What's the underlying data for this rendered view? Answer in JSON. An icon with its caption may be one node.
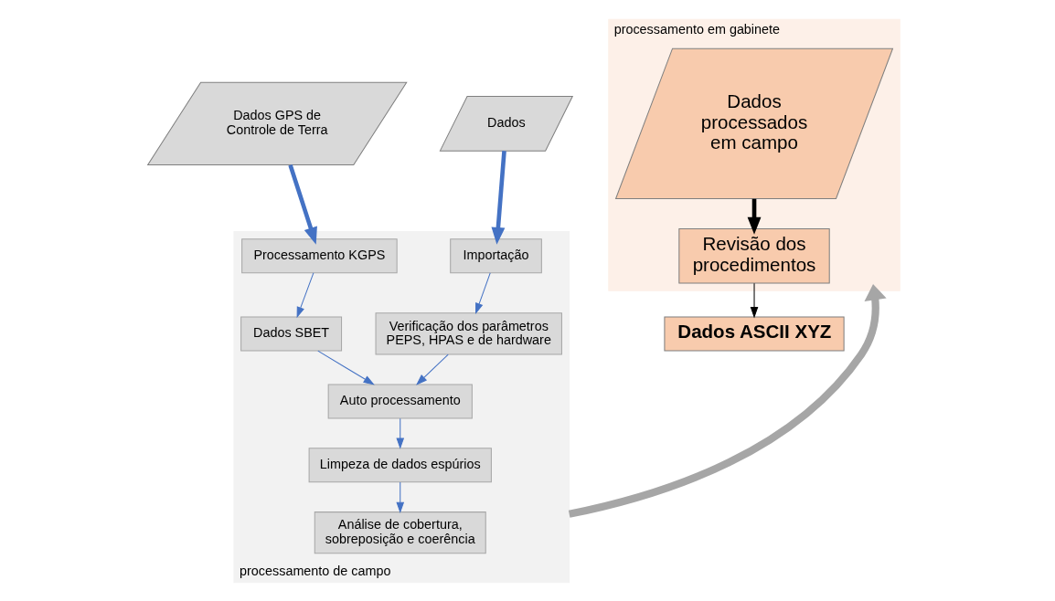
{
  "diagram": {
    "nodes": [
      {
        "text": [
          "Dados GPS de Controle de Terra"
        ]
      },
      {
        "text": [
          "Dados"
        ]
      },
      {
        "text": [
          "processamento de campo"
        ]
      },
      {
        "text": [
          "Processamento KGPS"
        ],
        "in": 2
      },
      {
        "text": [
          "Importação"
        ],
        "in": 2
      },
      {
        "text": [
          "Verificação dos parâmetros PEPS, HPAS e de hardware"
        ],
        "in": 2
      },
      {
        "text": [
          "Dados SBET"
        ],
        "in": 2
      },
      {
        "text": [
          "Auto processamento"
        ],
        "in": 2
      },
      {
        "text": [
          "Limpeza de dados espúrios"
        ],
        "in": 2
      },
      {
        "text": [
          "Análise de cobertura, sobreposição e coerência"
        ],
        "in": 2
      },
      {
        "text": [
          "processamento em gabinete"
        ]
      },
      {
        "text": [
          "Dados processados em campo"
        ],
        "in": 10
      },
      {
        "text": [
          "Revisão dos procedimentos"
        ],
        "in": 10
      },
      {
        "text": [
          "Dados ASCII XYZ"
        ]
      }
    ],
    "edges": [
      {
        "from": 0,
        "to": 3,
        "arrow": "to",
        "style": "thick"
      },
      {
        "from": 1,
        "to": 4,
        "arrow": "to",
        "style": "thick"
      },
      {
        "from": 3,
        "to": 6,
        "arrow": "to"
      },
      {
        "from": 4,
        "to": 5,
        "arrow": "to"
      },
      {
        "from": 5,
        "to": 7,
        "arrow": "to"
      },
      {
        "from": 6,
        "to": 7,
        "arrow": "to"
      },
      {
        "from": 7,
        "to": 8,
        "arrow": "to"
      },
      {
        "from": 8,
        "to": 9,
        "arrow": "to"
      },
      {
        "from": 2,
        "to": 10,
        "arrow": "to",
        "style": "thick",
        "color": "#a6a6a6"
      },
      {
        "from": 11,
        "to": 12,
        "arrow": "to",
        "style": "thick",
        "color": "#000000"
      },
      {
        "from": 12,
        "to": 13,
        "arrow": "to",
        "color": "#000000"
      }
    ]
  }
}
